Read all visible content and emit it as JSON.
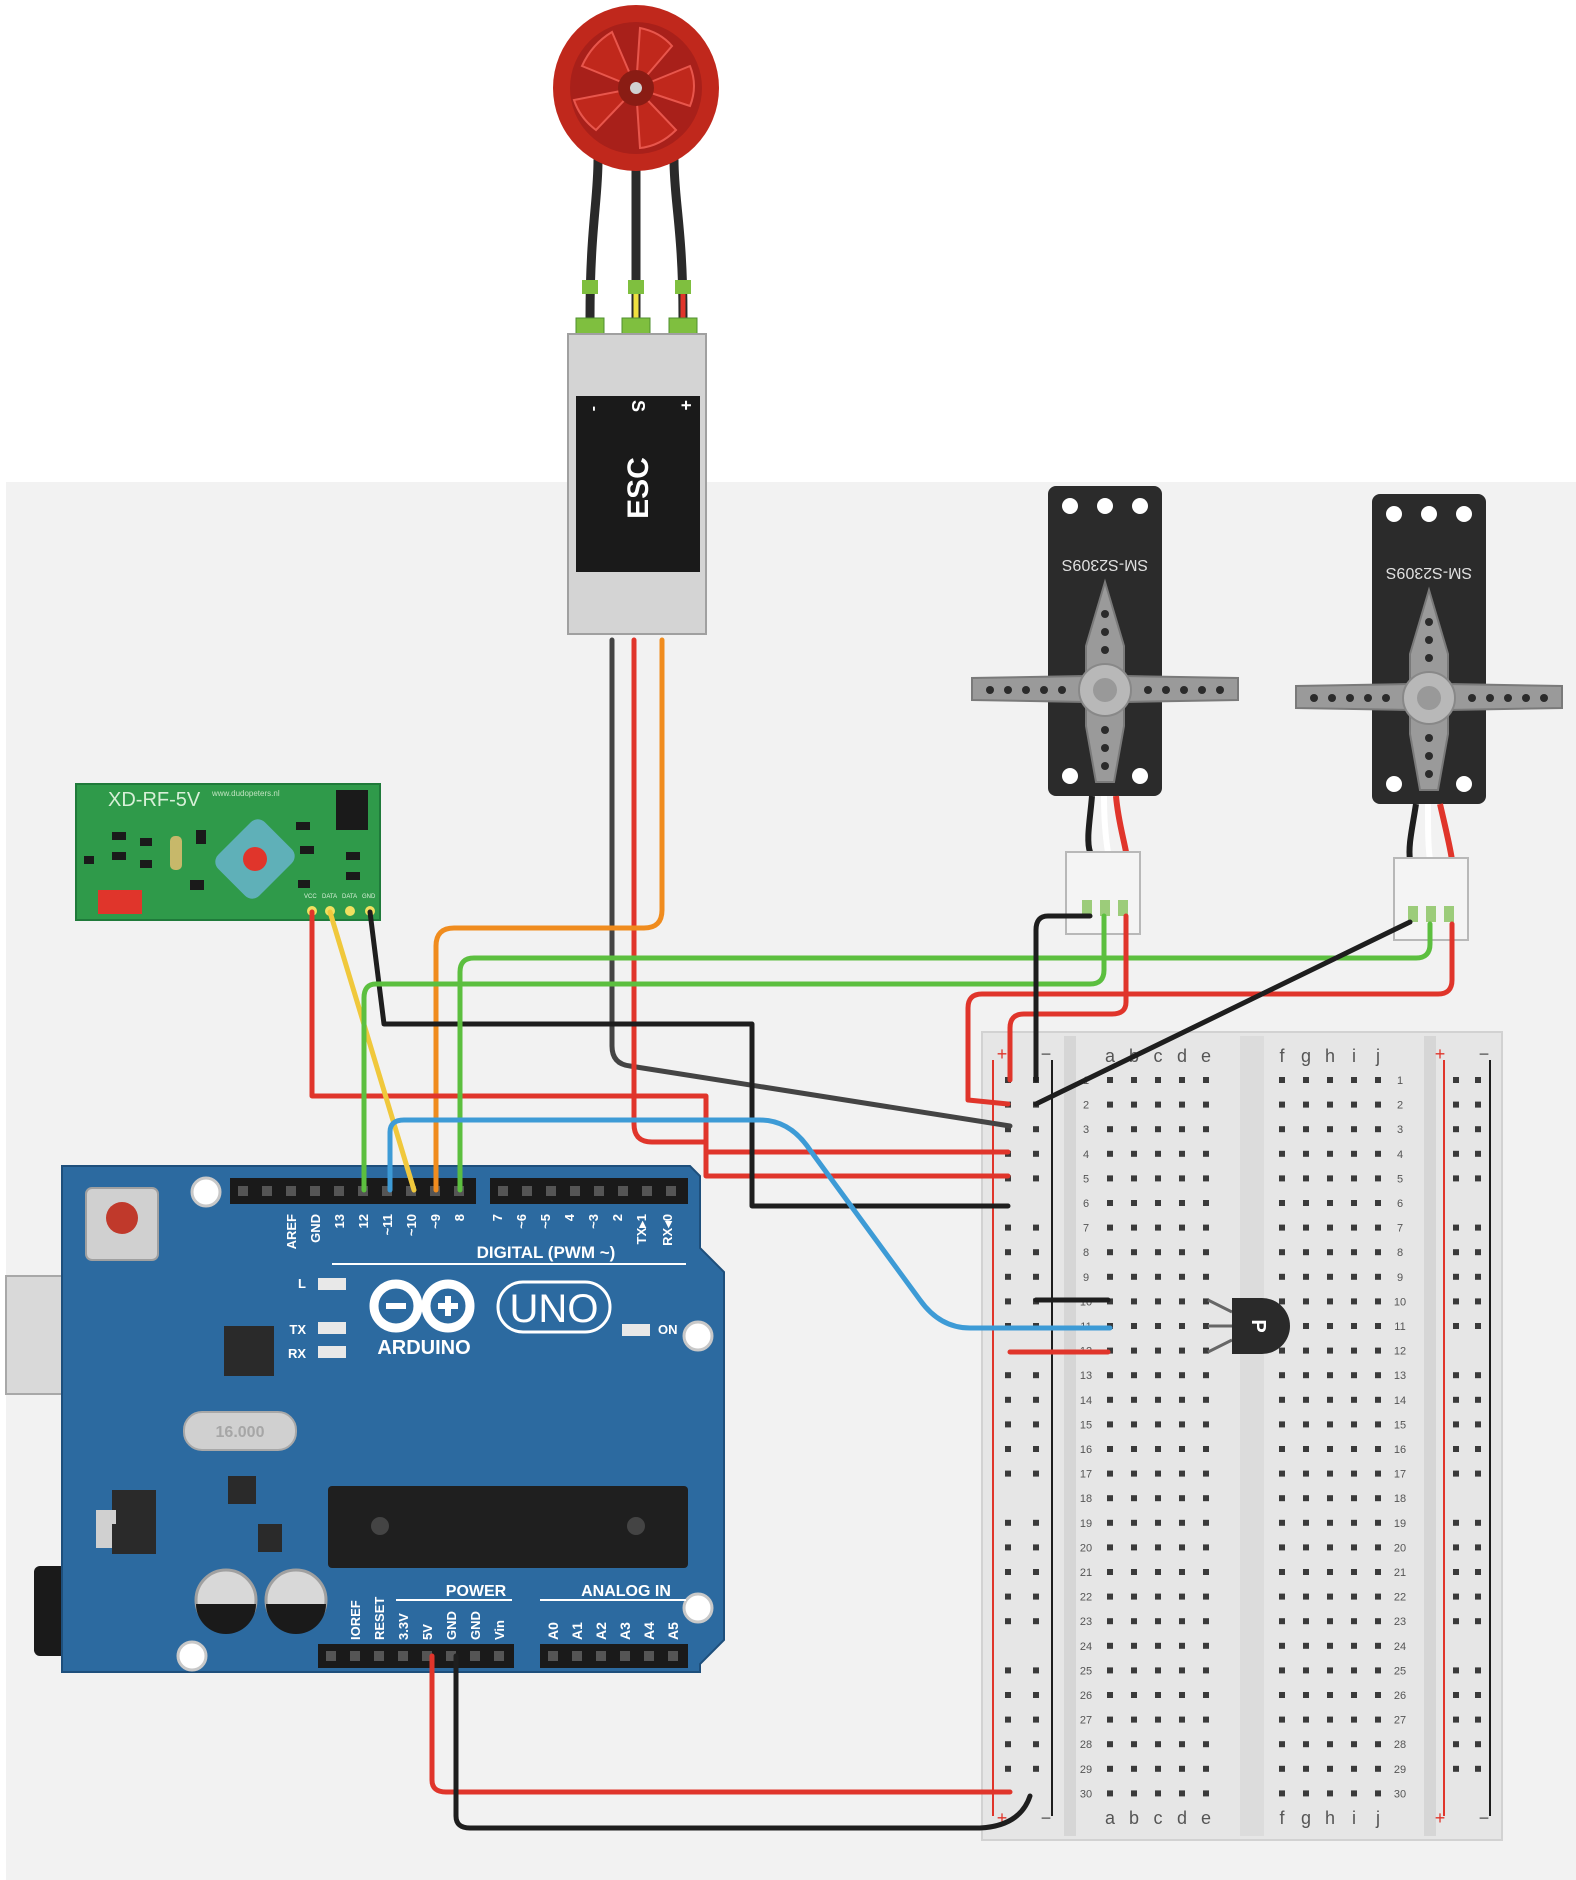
{
  "esc": {
    "label": "ESC",
    "pins": [
      "-",
      "S",
      "+"
    ]
  },
  "receiver": {
    "label": "XD-RF-5V",
    "url": "www.dudopeters.nl",
    "pins": [
      "VCC",
      "DATA",
      "DATA",
      "GND"
    ]
  },
  "servos": [
    {
      "label": "SM-S2309S"
    },
    {
      "label": "SM-S2309S"
    }
  ],
  "arduino": {
    "brand": "ARDUINO",
    "model": "UNO",
    "on_label": "ON",
    "l_label": "L",
    "tx_label": "TX",
    "rx_label": "RX",
    "digital_label": "DIGITAL (PWM ~)",
    "power_label": "POWER",
    "analog_label": "ANALOG IN",
    "crystal_label": "16.000",
    "digital_pins": [
      "AREF",
      "GND",
      "13",
      "12",
      "~11",
      "~10",
      "~9",
      "8",
      "7",
      "~6",
      "~5",
      "4",
      "~3",
      "2",
      "TX▸1",
      "RX◂0"
    ],
    "power_pins": [
      "IOREF",
      "RESET",
      "3.3V",
      "5V",
      "GND",
      "GND",
      "Vin"
    ],
    "analog_pins": [
      "A0",
      "A1",
      "A2",
      "A3",
      "A4",
      "A5"
    ]
  },
  "breadboard": {
    "cols_left": [
      "a",
      "b",
      "c",
      "d",
      "e"
    ],
    "cols_right": [
      "f",
      "g",
      "h",
      "i",
      "j"
    ],
    "rows": 30,
    "plus": "+",
    "minus": "−"
  },
  "transistor": {
    "label": "P"
  },
  "colors": {
    "wire_red": "#e0352b",
    "wire_black": "#1e1e1e",
    "wire_green": "#5cbf3f",
    "wire_orange": "#f08c1e",
    "wire_blue": "#3d9bd6",
    "wire_yellow": "#f0c83c",
    "arduino_blue": "#2c6aa0",
    "pcb_green": "#2f9a4a",
    "motor_red": "#c0281c"
  }
}
